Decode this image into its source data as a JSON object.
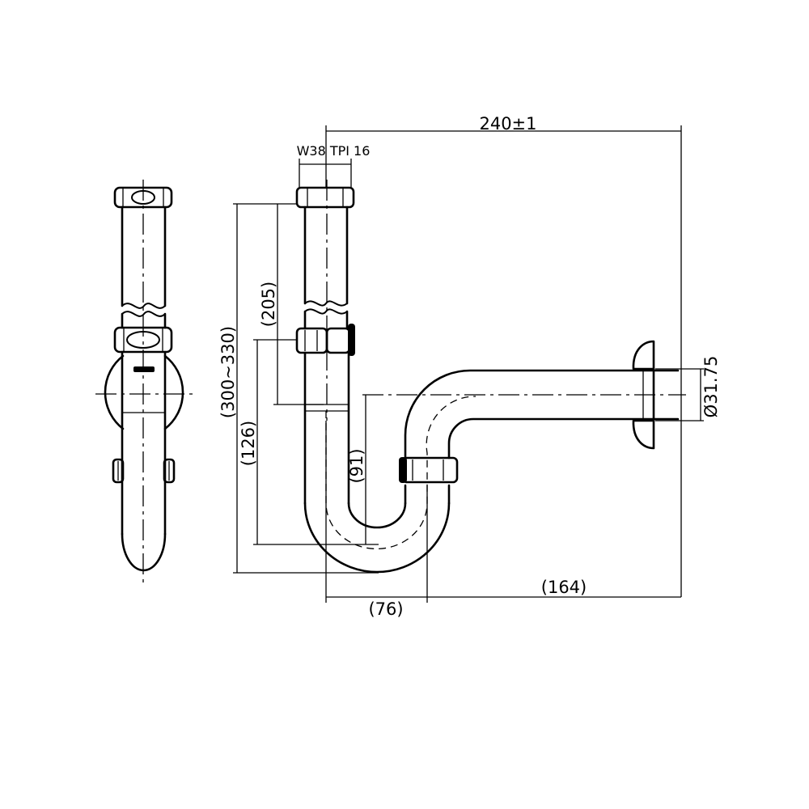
{
  "dimensions": {
    "overall_width": "240±1",
    "thread_spec": "W38 TPI 16",
    "height_range": "(300~330)",
    "inlet_height": "(205)",
    "trap_height": "(126)",
    "seal_depth": "(91)",
    "trap_width": "(76)",
    "outlet_length": "(164)",
    "outlet_diameter": "Ø31.75"
  },
  "views": [
    "side-view",
    "front-view"
  ]
}
